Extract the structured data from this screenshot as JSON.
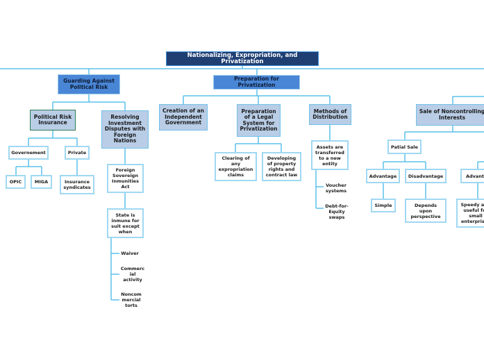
{
  "root": {
    "label": "Nationalizing, Expropriation, and Privatization"
  },
  "guarding": {
    "label": "Guarding Against Political Risk",
    "insurance": {
      "label": "Political Risk Insurance",
      "government": {
        "label": "Governement",
        "children": [
          "OPIC",
          "MIGA"
        ]
      },
      "private": {
        "label": "Private",
        "children": [
          "Insurance syndicates"
        ]
      }
    },
    "disputes": {
      "label": "Resolving Investment Disputes with Foreign Nations",
      "fsia": {
        "label": "Foreign Sovereign Inmunities Act"
      },
      "immune": {
        "label": "State is inmune for suit except when"
      },
      "exceptions": [
        "Waiver",
        "Commerc ial activity",
        "Noncom mercial torts"
      ]
    }
  },
  "preparation": {
    "label": "Preparation for Privatization",
    "creation": {
      "label": "Creation of an Independent Government"
    },
    "legal": {
      "label": "Preparation of a Legal System for Privatization",
      "children": [
        "Clearing of any expropriation claims",
        "Developing of property rights and contract law"
      ]
    },
    "methods": {
      "label": "Methods of Distribution",
      "assets": {
        "label": "Assets are transferred to a new entity"
      },
      "items": [
        "Voucher systems",
        "Debt-for-Equity swaps"
      ]
    }
  },
  "sale": {
    "label": "Sale of Noncontrolling Interests",
    "partial": {
      "label": "Patial Sale",
      "advantage": {
        "label": "Advantage",
        "child": "Simple"
      },
      "disadvantage": {
        "label": "Disadvantage",
        "child": "Depends upon perspective"
      }
    },
    "other": {
      "advantage": {
        "label": "Advantage",
        "child": "Speedy and useful for small enterprises"
      }
    }
  },
  "colors": {
    "root_fill": "#1f3f73",
    "main_fill": "#4a86d6",
    "sub_fill": "#b9cde6",
    "connector": "#5bc0ea"
  }
}
